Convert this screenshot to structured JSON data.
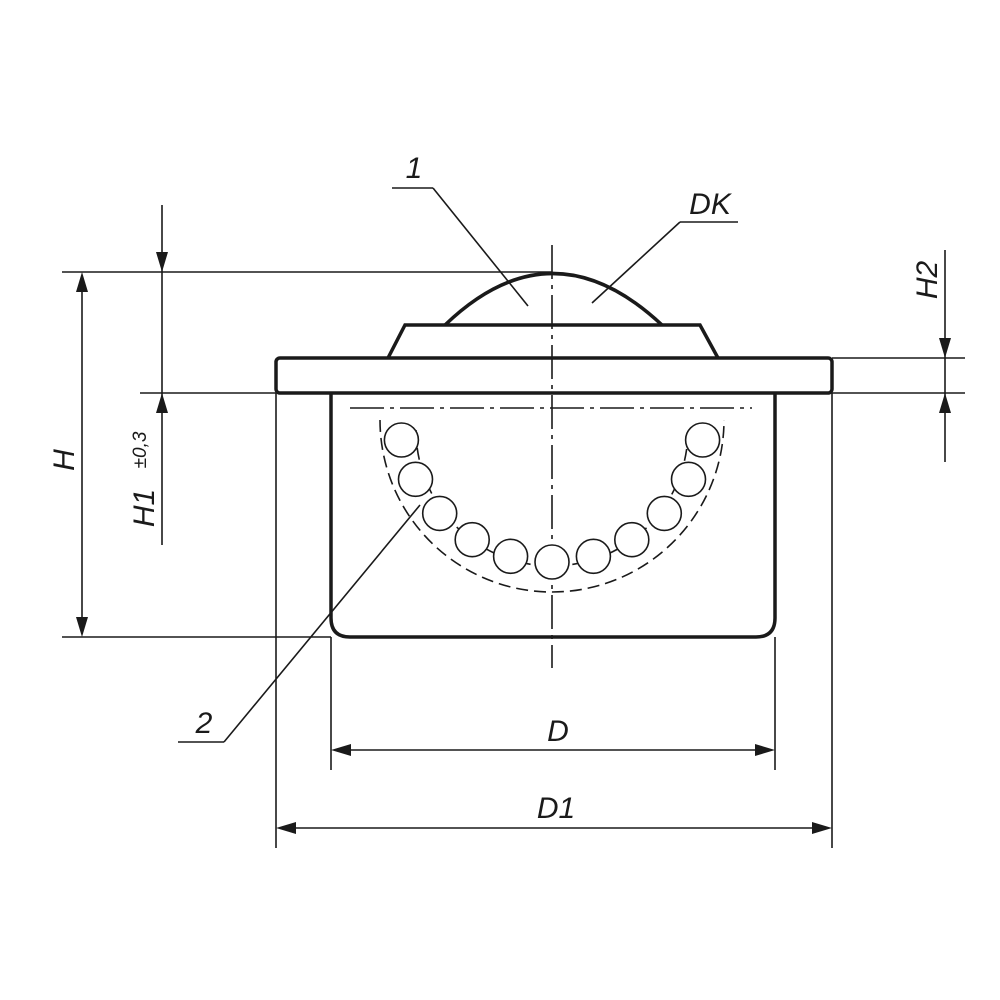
{
  "labels": {
    "part_1": "1",
    "part_2": "2",
    "dk": "DK",
    "h": "H",
    "h1": "H1",
    "h1_tol": "±0,3",
    "h2": "H2",
    "d": "D",
    "d1": "D1"
  }
}
